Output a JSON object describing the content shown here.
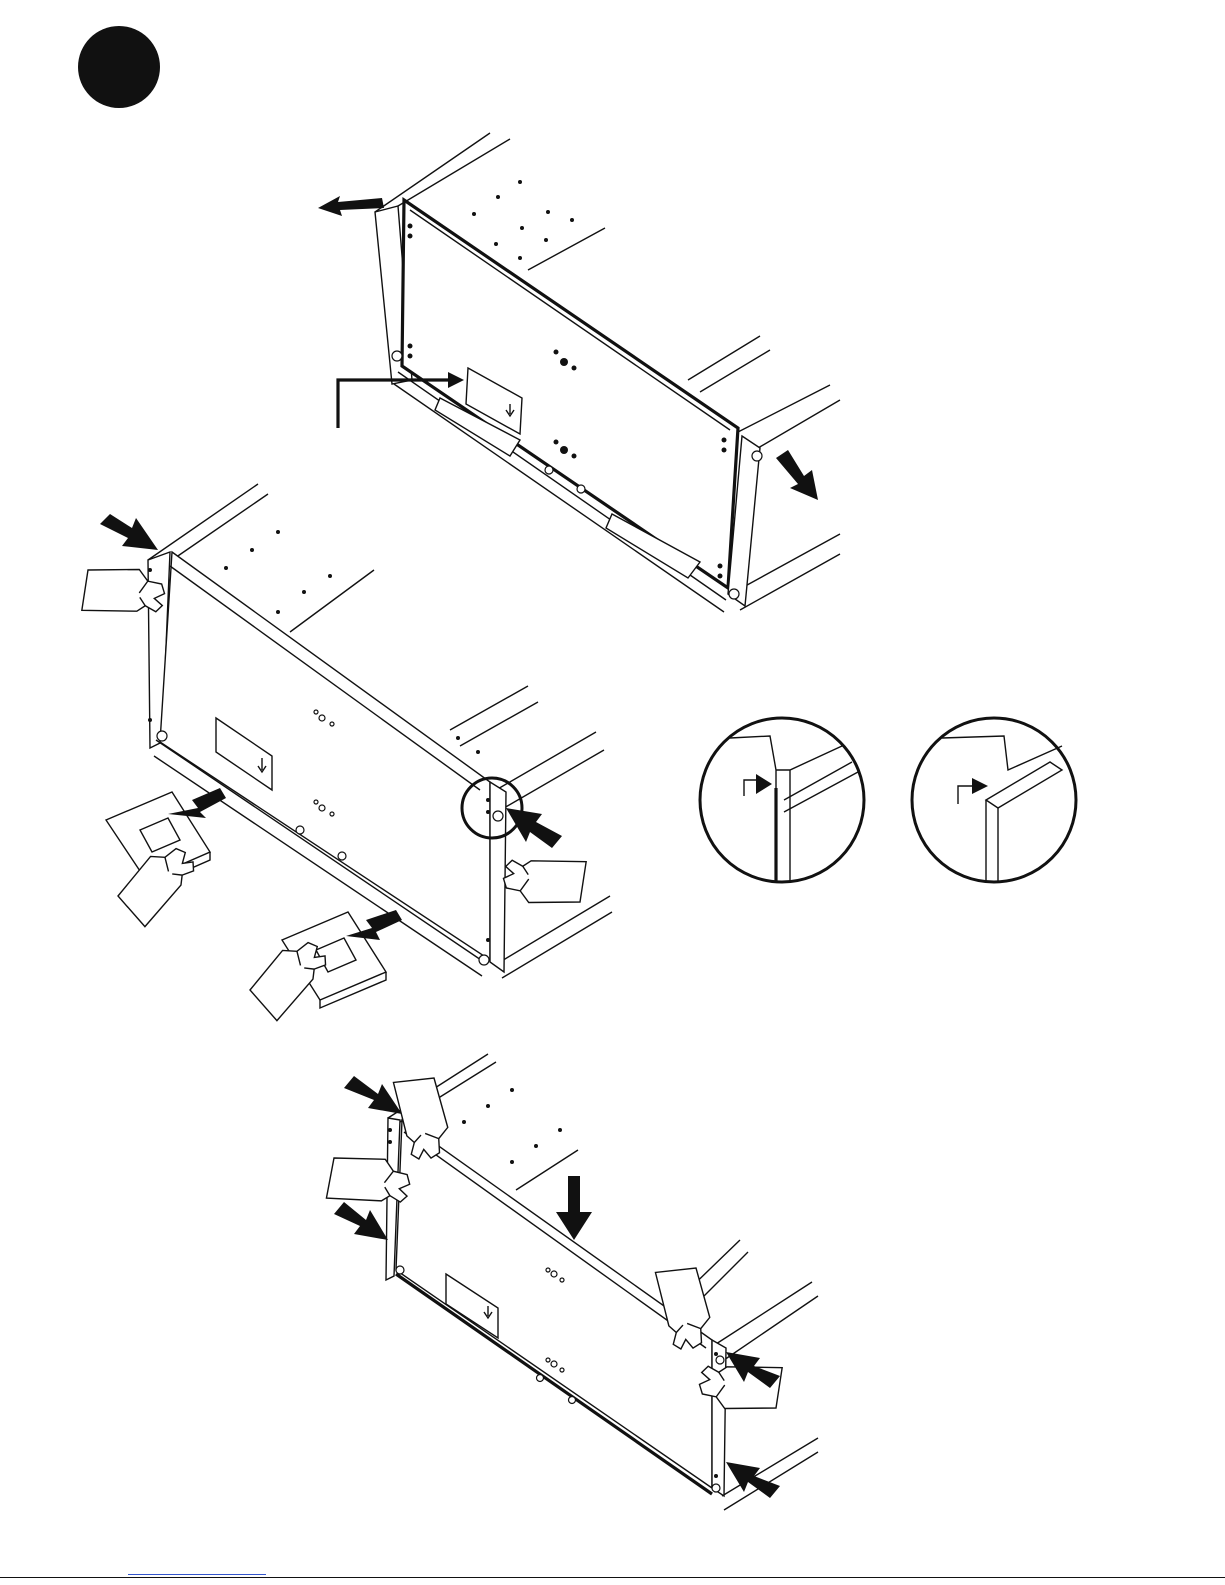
{
  "step": {
    "number": ""
  },
  "footer": {
    "rule_color": "#111111",
    "link_color": "#3355cc"
  },
  "panels": [
    {
      "name": "remove-back-panel",
      "arrows": "outward"
    },
    {
      "name": "slide-supports",
      "arrows": "push-in-and-pull-out"
    },
    {
      "name": "press-back-panel",
      "arrows": "press-in"
    }
  ],
  "detail_views": [
    {
      "name": "detail-incorrect-joint"
    },
    {
      "name": "detail-correct-joint"
    }
  ],
  "icons": [
    "arrow-icon",
    "hand-icon",
    "label-icon",
    "magnifier-circle-icon"
  ]
}
